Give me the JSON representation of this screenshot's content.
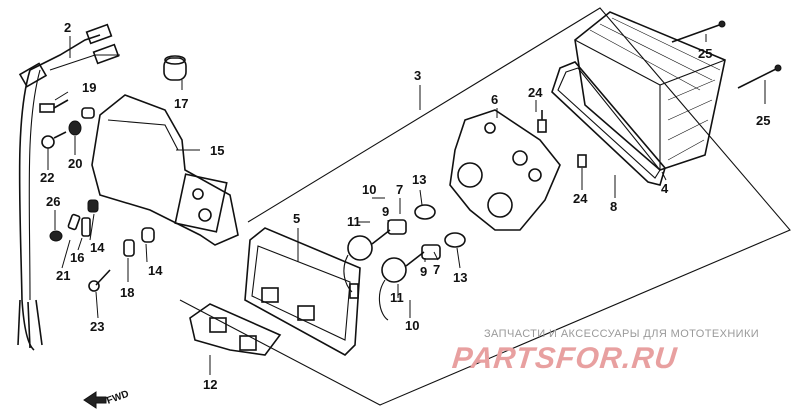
{
  "labels": [
    "2",
    "19",
    "17",
    "15",
    "22",
    "20",
    "26",
    "21",
    "16",
    "14",
    "14",
    "18",
    "23",
    "3",
    "6",
    "24",
    "25",
    "25",
    "4",
    "8",
    "24",
    "5",
    "10",
    "11",
    "9",
    "7",
    "13",
    "13",
    "7",
    "9",
    "11",
    "10",
    "12"
  ],
  "watermark": {
    "subtitle": "ЗАПЧАСТИ И АКСЕССУАРЫ ДЛЯ МОТОТЕХНИКИ",
    "brand": "PARTSFOR.RU"
  },
  "fwd_label": "FWD",
  "colors": {
    "ink": "#111111",
    "watermark_red": "#e8a0a0",
    "watermark_gray": "#9a9a9a"
  }
}
